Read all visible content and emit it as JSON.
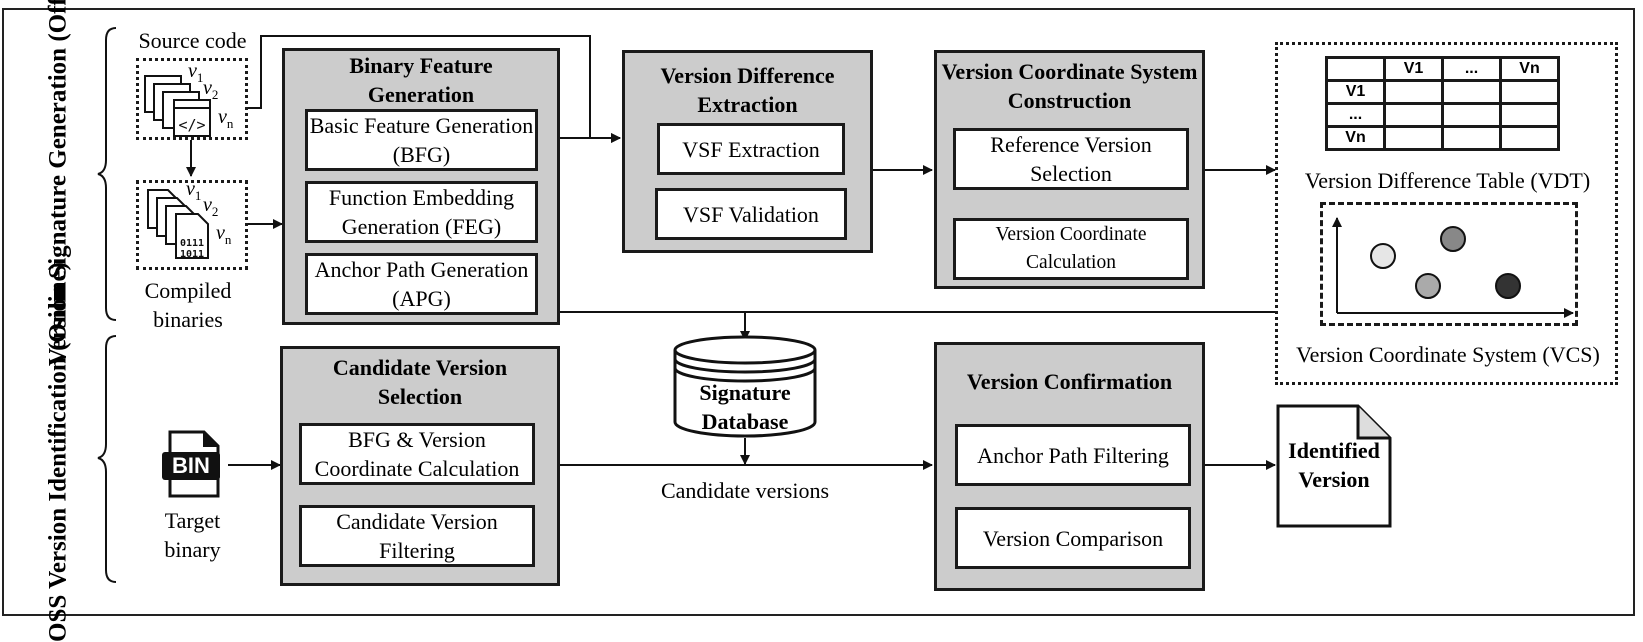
{
  "sections": {
    "offline": "Version Signature Generation (Offline)",
    "online": "OSS Version Identification (Online)"
  },
  "inputs": {
    "source_code": "Source code",
    "compiled_binaries": "Compiled binaries",
    "target_binary": "Target binary",
    "bin_icon": "BIN",
    "version_marks": {
      "v1": "v",
      "v1_sub": "1",
      "v2": "v",
      "v2_sub": "2",
      "vn": "v",
      "vn_sub": "n"
    }
  },
  "bfg_box": {
    "title": "Binary Feature Generation",
    "items": [
      "Basic Feature Generation (BFG)",
      "Function Embedding Generation (FEG)",
      "Anchor Path Generation (APG)"
    ]
  },
  "vde_box": {
    "title": "Version Difference Extraction",
    "items": [
      "VSF Extraction",
      "VSF Validation"
    ]
  },
  "vcs_box": {
    "title": "Version Coordinate System Construction",
    "items": [
      "Reference Version Selection",
      "Version Coordinate Calculation"
    ]
  },
  "vdt": {
    "header": [
      "",
      "V1",
      "...",
      "Vn"
    ],
    "rows": [
      [
        "V1",
        "",
        "",
        ""
      ],
      [
        "...",
        "",
        "",
        ""
      ],
      [
        "Vn",
        "",
        "",
        ""
      ]
    ],
    "caption": "Version Difference Table (VDT)"
  },
  "vcs_plot": {
    "caption": "Version Coordinate System (VCS)",
    "points": [
      {
        "shade": "#e6e6e6"
      },
      {
        "shade": "#888888"
      },
      {
        "shade": "#aaaaaa"
      },
      {
        "shade": "#333333"
      }
    ]
  },
  "signature_db": {
    "label": "Signature Database"
  },
  "candidate_box": {
    "title": "Candidate Version Selection",
    "items": [
      "BFG & Version Coordinate Calculation",
      "Candidate Version Filtering"
    ]
  },
  "candidate_versions": "Candidate versions",
  "confirm_box": {
    "title": "Version Confirmation",
    "items": [
      "Anchor Path Filtering",
      "Version Comparison"
    ]
  },
  "output": {
    "label": "Identified Version"
  }
}
